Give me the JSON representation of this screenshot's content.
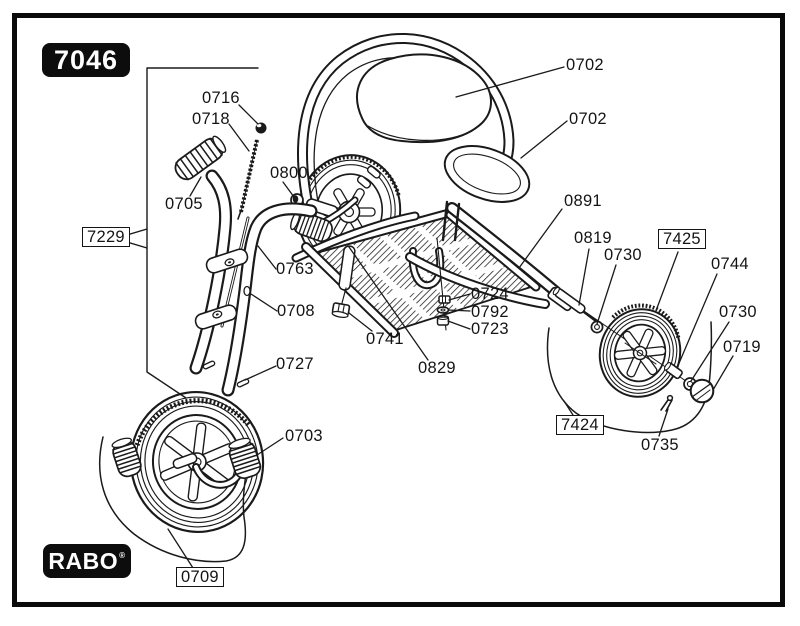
{
  "page": {
    "model_badge": "7046",
    "brand_badge": "RABO",
    "brand_reg": "®"
  },
  "colors": {
    "ink": "#1a1a1a",
    "badge_bg": "#0d0d0d",
    "paper": "#ffffff"
  },
  "diagram": {
    "type": "exploded-parts-diagram",
    "part_labels": [
      {
        "text": "0716",
        "boxed": false
      },
      {
        "text": "0718",
        "boxed": false
      },
      {
        "text": "0705",
        "boxed": false
      },
      {
        "text": "7229",
        "boxed": true
      },
      {
        "text": "0763",
        "boxed": false
      },
      {
        "text": "0708",
        "boxed": false
      },
      {
        "text": "0727",
        "boxed": false
      },
      {
        "text": "0800",
        "boxed": false
      },
      {
        "text": "0702",
        "boxed": false
      },
      {
        "text": "0702",
        "boxed": false
      },
      {
        "text": "0891",
        "boxed": false
      },
      {
        "text": "0819",
        "boxed": false
      },
      {
        "text": "0730",
        "boxed": false
      },
      {
        "text": "7425",
        "boxed": true
      },
      {
        "text": "0744",
        "boxed": false
      },
      {
        "text": "0730",
        "boxed": false
      },
      {
        "text": "0719",
        "boxed": false
      },
      {
        "text": "0724",
        "boxed": false
      },
      {
        "text": "0792",
        "boxed": false
      },
      {
        "text": "0723",
        "boxed": false
      },
      {
        "text": "0741",
        "boxed": false
      },
      {
        "text": "0829",
        "boxed": false
      },
      {
        "text": "0703",
        "boxed": false
      },
      {
        "text": "0709",
        "boxed": true
      },
      {
        "text": "7424",
        "boxed": true
      },
      {
        "text": "0735",
        "boxed": false
      }
    ]
  }
}
